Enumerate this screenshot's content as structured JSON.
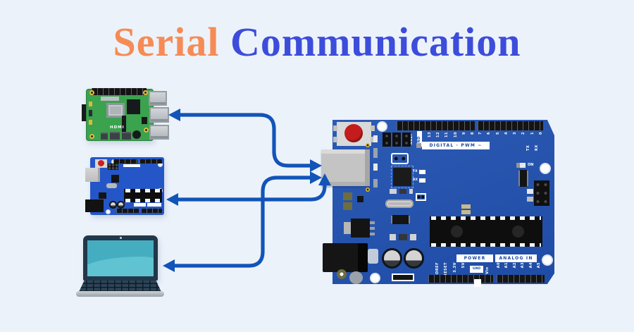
{
  "title": {
    "part1": "Serial",
    "part2": "Communication",
    "part1_color": "#f68b55",
    "part2_color": "#3c4cdb"
  },
  "colors": {
    "background": "#ecf2fa",
    "arrow": "#1254b8",
    "uno_board": "#2152b0",
    "small_board": "#2456c8",
    "rpi_board": "#3ba24e",
    "laptop_screen": "#44adc0"
  },
  "raspberry_pi": {
    "hdmi_label": "HDMI"
  },
  "arduino_uno": {
    "digital_band": "DIGITAL · PWM ~",
    "aref": "AREF",
    "gnd_top": "GND",
    "digital_pins_left": [
      "13",
      "12",
      "11",
      "10",
      "9",
      "8"
    ],
    "digital_pins_right": [
      "7",
      "6",
      "5",
      "4",
      "3",
      "2",
      "1",
      "0"
    ],
    "pin_tx": "TX",
    "pin_rx": "RX",
    "chip_tx": "TX",
    "chip_rx": "RX",
    "on_label": "ON",
    "power_band": "POWER",
    "analog_band": "ANALOG IN",
    "power_pins": [
      "IOREF",
      "RESET",
      "3.3V",
      "5V"
    ],
    "power_gnd": "GND",
    "power_vin": "Vin",
    "analog_pins": [
      "A0",
      "A1",
      "A2",
      "A3",
      "A4",
      "A5"
    ]
  }
}
